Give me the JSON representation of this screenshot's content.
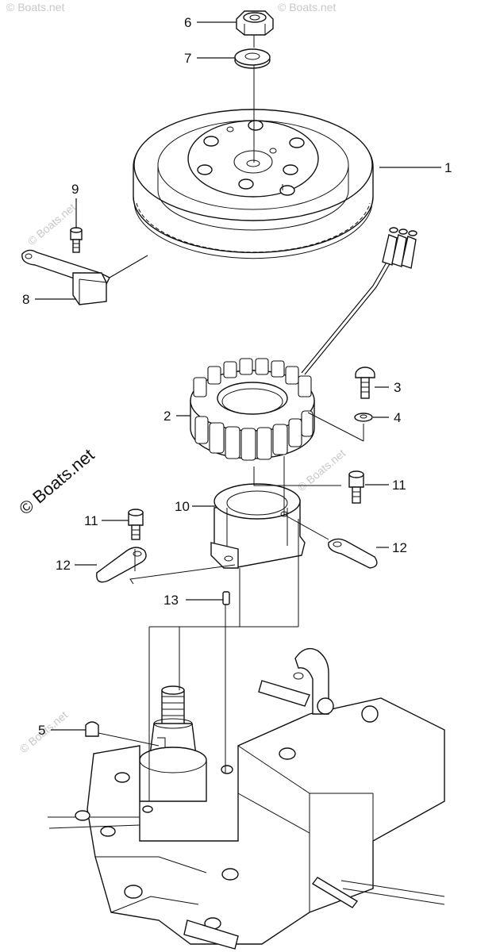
{
  "watermark": {
    "main": "© Boats.net",
    "repeat": "© Boats.net"
  },
  "callouts": {
    "c1": "1",
    "c2": "2",
    "c3": "3",
    "c4": "4",
    "c5": "5",
    "c6": "6",
    "c7": "7",
    "c8": "8",
    "c9": "9",
    "c10": "10",
    "c11a": "11",
    "c11b": "11",
    "c12a": "12",
    "c12b": "12",
    "c13": "13"
  }
}
